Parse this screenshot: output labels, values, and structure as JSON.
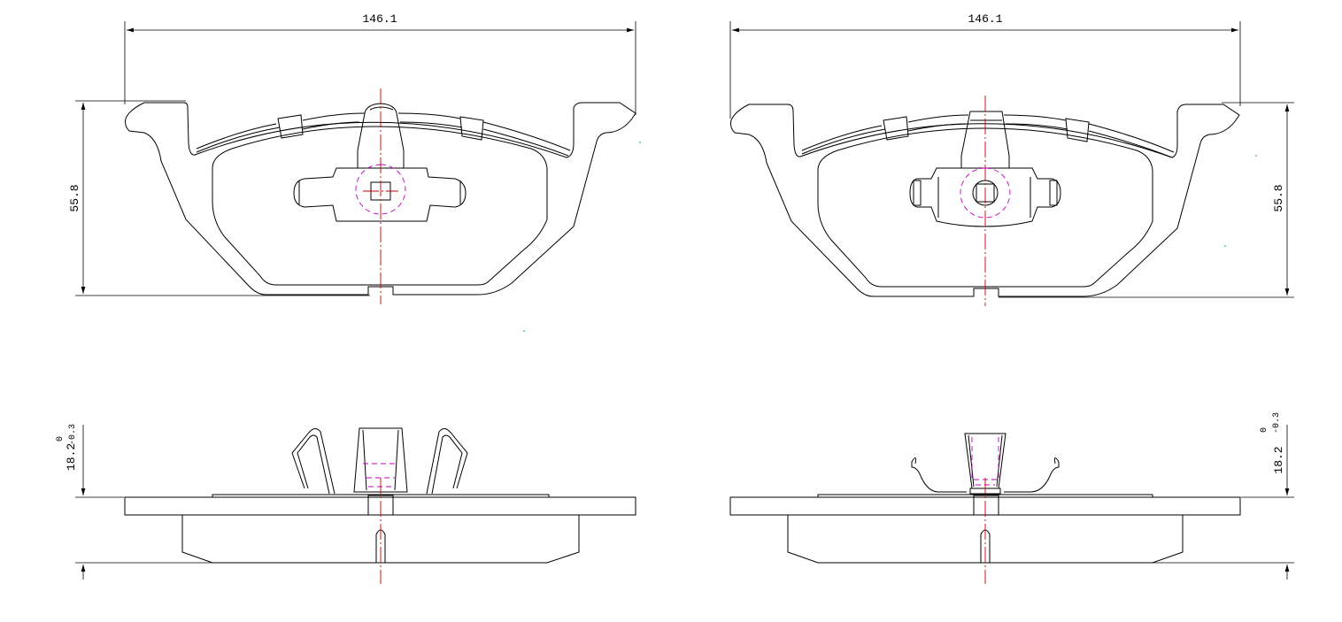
{
  "colors": {
    "outline": "#000000",
    "centerline": "#c00000",
    "hidden": "#c000c0",
    "background": "#ffffff"
  },
  "views": {
    "left": {
      "width_dim": "146.1",
      "height_dim": "55.8",
      "thickness_nominal": "18.2",
      "thickness_upper": "0",
      "thickness_lower": "-0.3"
    },
    "right": {
      "width_dim": "146.1",
      "height_dim": "55.8",
      "thickness_nominal": "18.2",
      "thickness_upper": "0",
      "thickness_lower": "-0.3"
    }
  }
}
